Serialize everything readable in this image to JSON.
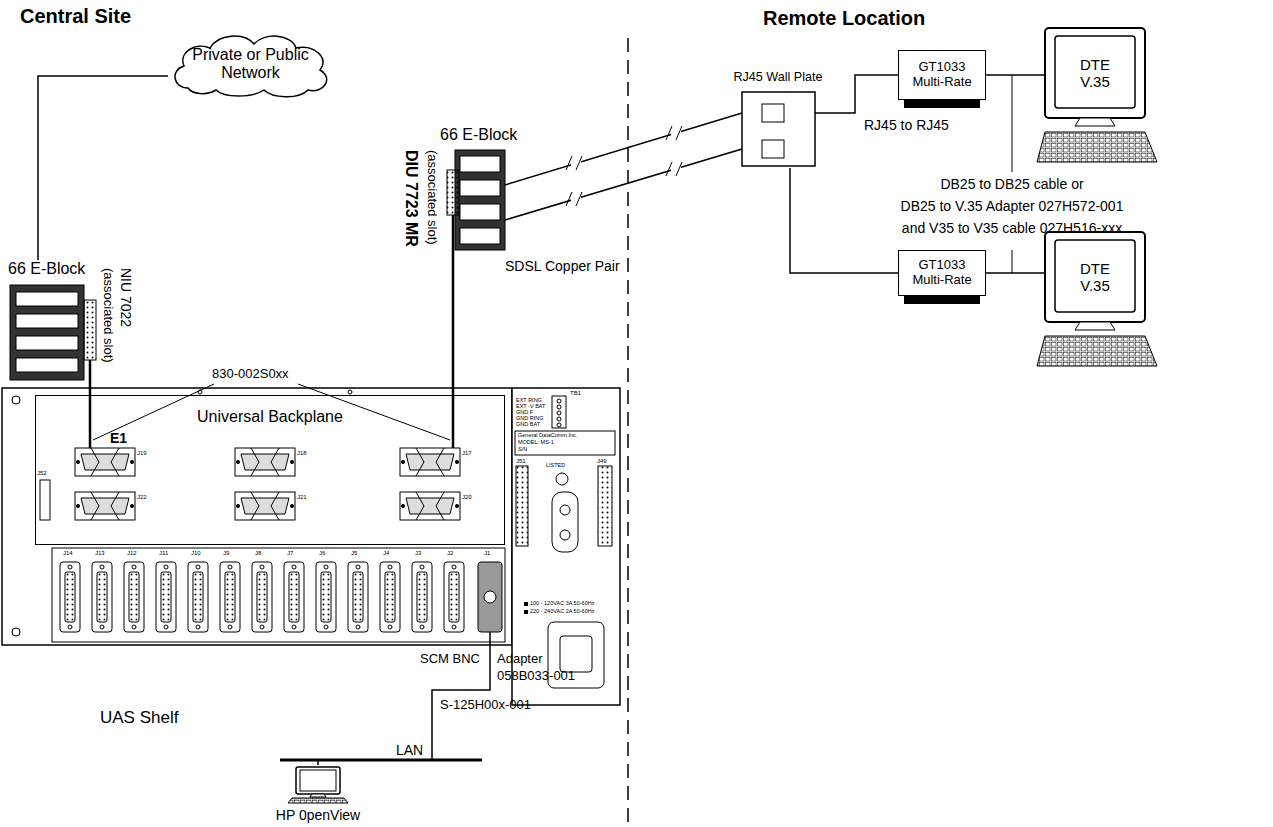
{
  "diagram": {
    "nodes": [
      {
        "text": [
          "Private or Public Network"
        ]
      },
      {
        "text": [
          "66 E-Block"
        ]
      },
      {
        "text": [
          "66 E-Block"
        ]
      },
      {
        "text": [
          "UAS Shelf"
        ]
      },
      {
        "text": [
          "Universal Backplane"
        ],
        "in": 3
      },
      {
        "text": [
          "RJ45 Wall Plate"
        ]
      },
      {
        "text": [
          "GT1033 Multi-Rate"
        ]
      },
      {
        "text": [
          "GT1033 Multi-Rate"
        ]
      },
      {
        "text": [
          "DTE V.35"
        ]
      },
      {
        "text": [
          "DTE V.35"
        ]
      },
      {
        "text": [
          "HP 0penView"
        ]
      }
    ],
    "edges": [
      {
        "from": 0,
        "to": 1,
        "arrow": "none"
      },
      {
        "from": 1,
        "to": 3,
        "arrow": "none"
      },
      {
        "from": 2,
        "to": 3,
        "arrow": "none"
      },
      {
        "from": 2,
        "to": 5,
        "arrow": "none"
      },
      {
        "from": 2,
        "to": 5,
        "arrow": "none"
      },
      {
        "from": 5,
        "to": 6,
        "label": "RJ45 to RJ45",
        "arrow": "none"
      },
      {
        "from": 5,
        "to": 7,
        "arrow": "none"
      },
      {
        "from": 6,
        "to": 8,
        "arrow": "none"
      },
      {
        "from": 7,
        "to": 9,
        "arrow": "none"
      },
      {
        "from": 3,
        "to": 10,
        "arrow": "none"
      }
    ],
    "labels": [
      "Central Site",
      "Remote Location",
      "(associated slot)",
      "NIU 7022",
      "DIU 7723 MR",
      "(associated slot)",
      "830-002S0xx",
      "E1",
      "SDSL Copper Pair",
      "DB25 to DB25 cable or",
      "DB25 to V.35 Adapter 027H572-001",
      "and V35 to V35 cable 027H516-xxx",
      "SCM BNC",
      "Adapter",
      "058B033-001",
      "S-125H00x-001",
      "LAN",
      "J19",
      "J22",
      "J18",
      "J21",
      "J17",
      "J20",
      "J52",
      "J14",
      "J13",
      "J12",
      "J11",
      "J10",
      "J9",
      "J8",
      "J7",
      "J6",
      "J5",
      "J4",
      "J3",
      "J2",
      "J1",
      "TB1",
      "EXT RING",
      "EXT -V BAT",
      "GND F",
      "GND RING",
      "GND BAT",
      "General DataComm,Inc.",
      "MODEL: MS-1",
      "S/N",
      "LISTED",
      "100 - 120VAC 3A 50-60Hz",
      "220 - 240VAC 2A 50-60Hz",
      "J51",
      "J49"
    ]
  }
}
